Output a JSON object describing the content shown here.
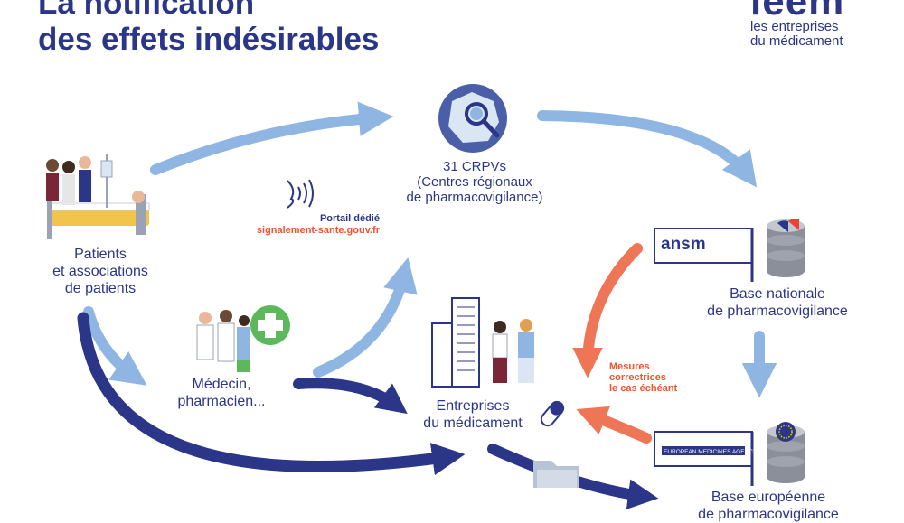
{
  "title": {
    "line1": "La notification",
    "line2": "des effets indésirables"
  },
  "logo": {
    "mark": "leem",
    "line1": "les entreprises",
    "line2": "du médicament"
  },
  "nodes": {
    "patients": {
      "lines": [
        "Patients",
        "et associations",
        "de patients"
      ]
    },
    "crpv": {
      "lines": [
        "31 CRPVs",
        "(Centres régionaux",
        "de pharmacovigilance)"
      ]
    },
    "medecin": {
      "lines": [
        "Médecin,",
        "pharmacien..."
      ]
    },
    "entreprises": {
      "lines": [
        "Entreprises",
        "du médicament"
      ]
    },
    "base_nationale": {
      "lines": [
        "Base nationale",
        "de pharmacovigilance"
      ]
    },
    "base_europeenne": {
      "lines": [
        "Base européenne",
        "de pharmacovigilance"
      ]
    }
  },
  "portal": {
    "title": "Portail dédié",
    "url": "signalement-sante.gouv.fr"
  },
  "measures": {
    "lines": [
      "Mesures",
      "correctrices",
      "le cas échéant"
    ]
  },
  "badges": {
    "ansm": "ansm",
    "ema": "EUROPEAN MEDICINES AGENCY"
  },
  "colors": {
    "navy": "#2b3688",
    "light_blue": "#8fb6e3",
    "orange": "#ee7556",
    "green": "#5bb95b"
  }
}
